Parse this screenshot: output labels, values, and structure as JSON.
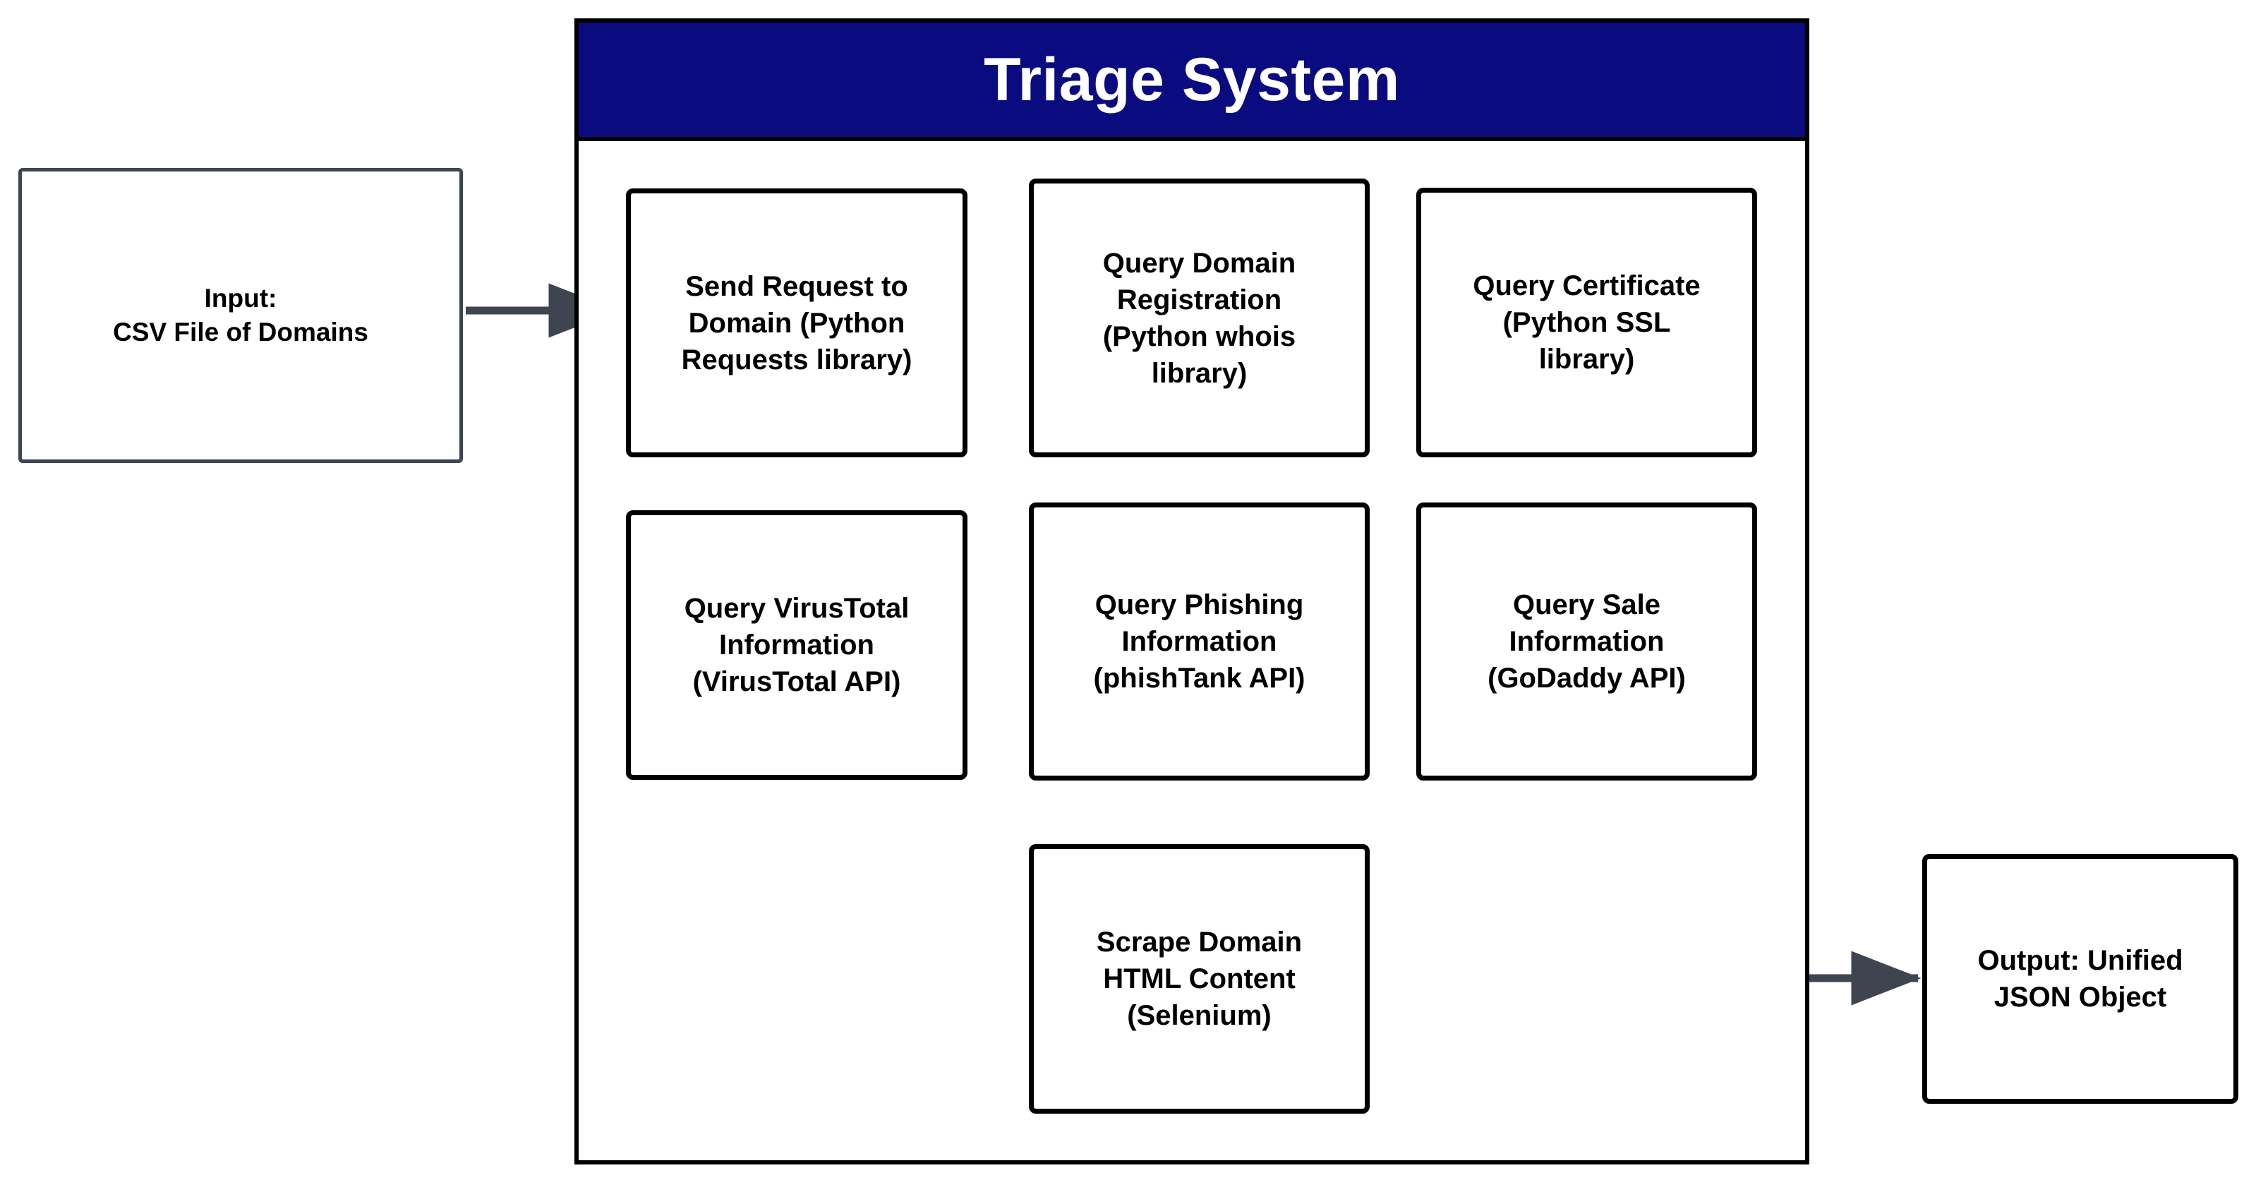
{
  "diagram": {
    "title": "Triage System",
    "title_bar_color": "#0b0b80",
    "title_text_color": "#ffffff",
    "connector_color": "#3e4551",
    "process_border_color": "#000000",
    "io_border_color": "#3e4551",
    "background_color": "#ffffff"
  },
  "input": {
    "label": "Input:\nCSV File of Domains"
  },
  "output": {
    "label": "Output: Unified\nJSON Object"
  },
  "steps": [
    {
      "id": "send-request",
      "label": "Send  Request to\nDomain (Python\nRequests library)"
    },
    {
      "id": "query-registration",
      "label": "Query Domain\nRegistration\n(Python whois\nlibrary)"
    },
    {
      "id": "query-certificate",
      "label": "Query Certificate\n(Python SSL\nlibrary)"
    },
    {
      "id": "query-sale",
      "label": "Query Sale\nInformation\n(GoDaddy API)"
    },
    {
      "id": "query-phishing",
      "label": "Query Phishing\nInformation\n(phishTank API)"
    },
    {
      "id": "query-virustotal",
      "label": "Query VirusTotal\nInformation\n(VirusTotal API)"
    },
    {
      "id": "scrape-domain",
      "label": "Scrape Domain\nHTML Content\n(Selenium)"
    }
  ],
  "flow": [
    {
      "from": "input",
      "to": "send-request"
    },
    {
      "from": "send-request",
      "to": "query-registration"
    },
    {
      "from": "query-registration",
      "to": "query-certificate"
    },
    {
      "from": "query-certificate",
      "to": "query-sale"
    },
    {
      "from": "query-sale",
      "to": "query-phishing"
    },
    {
      "from": "query-phishing",
      "to": "query-virustotal"
    },
    {
      "from": "query-virustotal",
      "to": "scrape-domain"
    },
    {
      "from": "scrape-domain",
      "to": "output"
    }
  ]
}
